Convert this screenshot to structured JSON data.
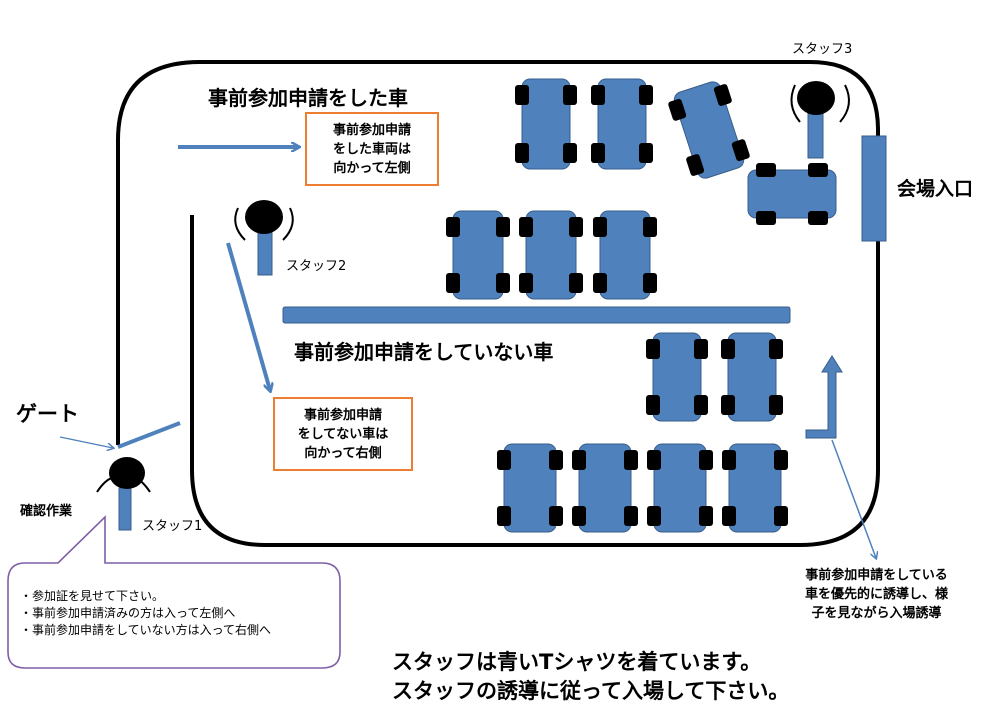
{
  "labels": {
    "pre_registered_cars": "事前参加申請をした車",
    "unregistered_cars": "事前参加申請をしていない車",
    "gate": "ゲート",
    "check_work": "確認作業",
    "venue_entrance": "会場入口",
    "staff1": "スタッフ1",
    "staff2": "スタッフ2",
    "staff3": "スタッフ3"
  },
  "boxes": {
    "left_lane": [
      "事前参加申請",
      "をした車両は",
      "向かって左側"
    ],
    "right_lane": [
      "事前参加申請",
      "をしてない車は",
      "向かって右側"
    ]
  },
  "guidance_note": [
    "事前参加申請をしている",
    "車を優先的に誘導し、様",
    "子を見ながら入場誘導"
  ],
  "callout": {
    "lines": [
      "・参加証を見せて下さい。",
      "・事前参加申請済みの方は入って左側へ",
      "・事前参加申請をしていない方は入って右側へ"
    ]
  },
  "footer": [
    "スタッフは青いTシャツを着ています。",
    "スタッフの誘導に従って入場して下さい。"
  ],
  "colors": {
    "car_body": "#4F81BD",
    "car_edge": "#385D8A",
    "tire": "#000000",
    "arrow": "#4F81BD",
    "box_border": "#ED7D31",
    "callout_border": "#7F5FA8"
  }
}
